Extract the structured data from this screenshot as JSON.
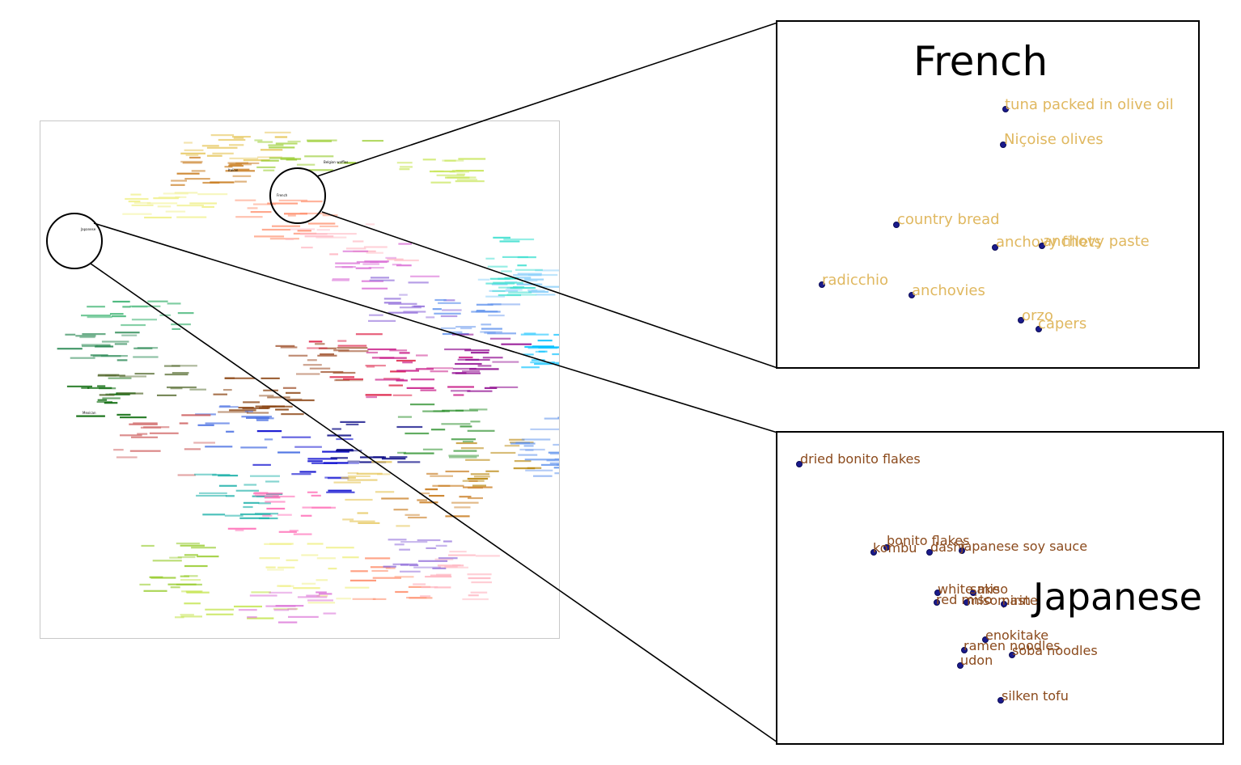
{
  "overview": {
    "cuisine_labels": [
      "Italian",
      "French",
      "Belgian waffles",
      "Japanese",
      "Mexican"
    ],
    "palette": [
      "#e6c65a",
      "#c87a1c",
      "#9acd32",
      "#c8e65a",
      "#f0f08c",
      "#ff8c69",
      "#ffb6c1",
      "#da70d6",
      "#9370db",
      "#6495ed",
      "#87cefa",
      "#00bfff",
      "#40e0d0",
      "#3cb371",
      "#2e8b57",
      "#006400",
      "#556b2f",
      "#8b4513",
      "#a0522d",
      "#dc143c",
      "#c71585",
      "#8b008b",
      "#4169e1",
      "#0000cd",
      "#000080",
      "#228b22",
      "#b8860b",
      "#cd5c5c",
      "#20b2aa",
      "#ff69b4"
    ]
  },
  "french_panel": {
    "title": "French",
    "color": "#e0b860",
    "items": [
      {
        "label": "tuna packed in olive oil"
      },
      {
        "label": "Niçoise olives"
      },
      {
        "label": "country bread"
      },
      {
        "label": "anchovy fillets"
      },
      {
        "label": "anchovy paste"
      },
      {
        "label": "radicchio"
      },
      {
        "label": "anchovies"
      },
      {
        "label": "orzo"
      },
      {
        "label": "capers"
      }
    ]
  },
  "japanese_panel": {
    "title": "Japanese",
    "color": "#8b4a1c",
    "items": [
      {
        "label": "dried bonito flakes"
      },
      {
        "label": "bonito flakes"
      },
      {
        "label": "kombu"
      },
      {
        "label": "dashi"
      },
      {
        "label": "japanese soy sauce"
      },
      {
        "label": "white miso"
      },
      {
        "label": "sake"
      },
      {
        "label": "red miso"
      },
      {
        "label": "miso paste"
      },
      {
        "label": "mirin"
      },
      {
        "label": "enokitake"
      },
      {
        "label": "ramen noodles"
      },
      {
        "label": "soba noodles"
      },
      {
        "label": "udon"
      },
      {
        "label": "silken tofu"
      }
    ]
  }
}
